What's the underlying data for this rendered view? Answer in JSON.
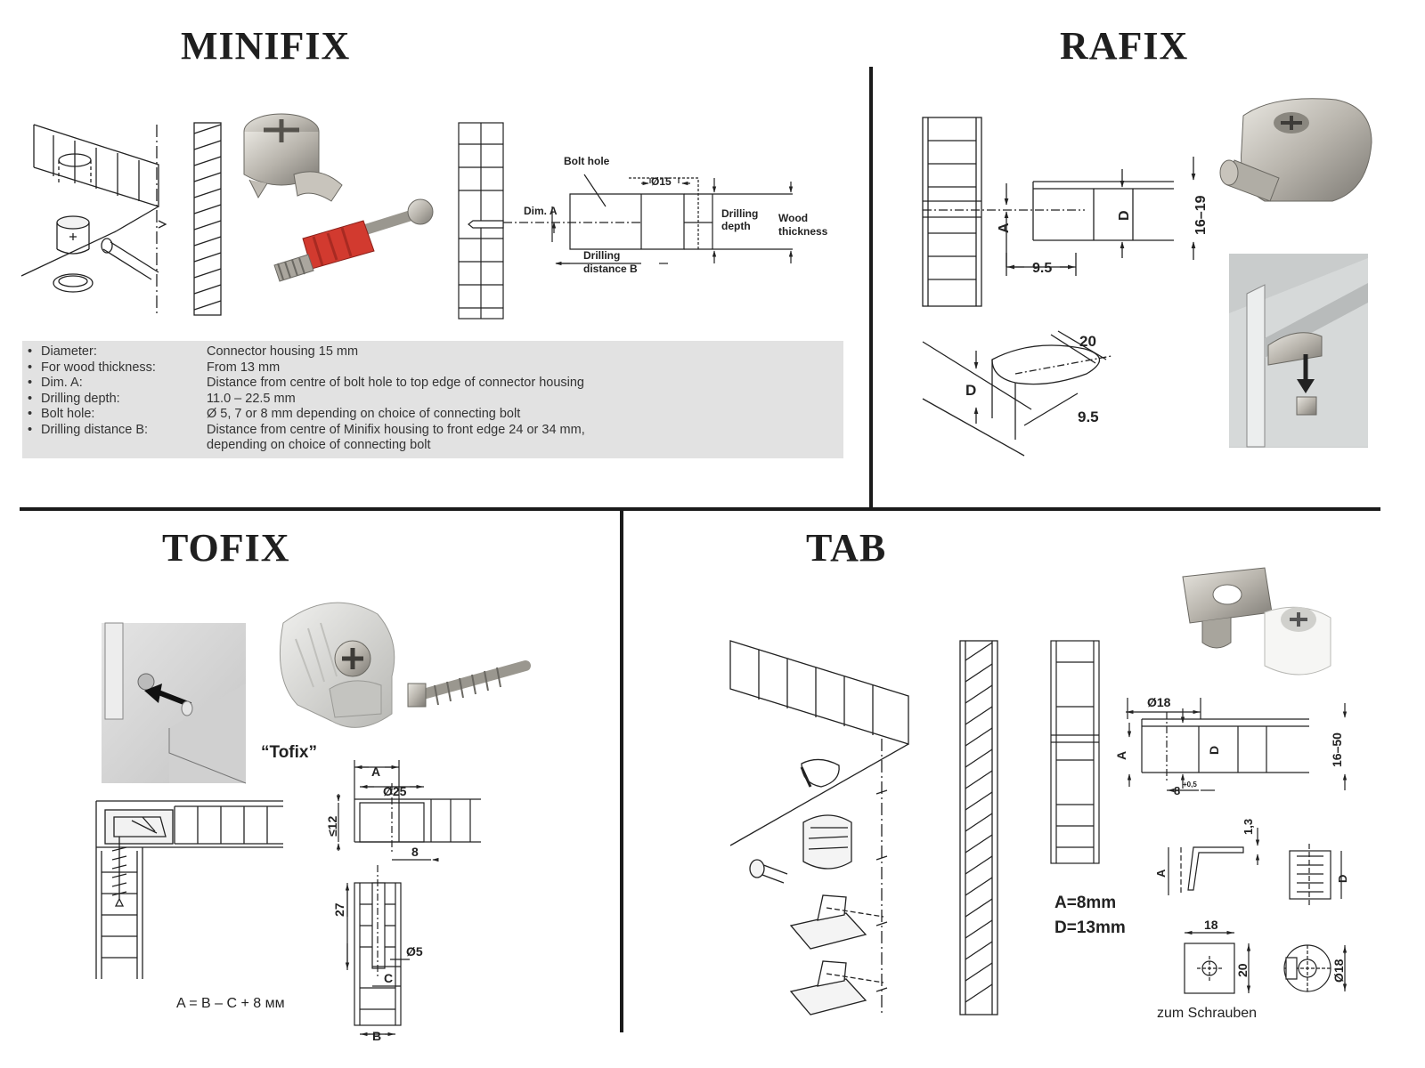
{
  "sections": {
    "minifix": {
      "title": "MINIFIX",
      "labels": {
        "bolt_hole": "Bolt hole",
        "diameter": "Ø15",
        "dim_a": "Dim. A",
        "drilling_depth_1": "Drilling",
        "drilling_depth_2": "depth",
        "wood_thickness_1": "Wood",
        "wood_thickness_2": "thickness",
        "drilling_distance_1": "Drilling",
        "drilling_distance_2": "distance B"
      },
      "specs": [
        {
          "label": "Diameter:",
          "value": "Connector housing 15 mm"
        },
        {
          "label": "For wood thickness:",
          "value": "From 13 mm"
        },
        {
          "label": "Dim. A:",
          "value": "Distance from centre of bolt hole to top edge of connector housing"
        },
        {
          "label": "Drilling depth:",
          "value": "11.0 – 22.5 mm"
        },
        {
          "label": "Bolt hole:",
          "value": "Ø 5, 7 or 8 mm depending on choice of connecting bolt"
        },
        {
          "label": "Drilling distance B:",
          "value": "Distance from centre of Minifix housing to front edge 24 or 34 mm,",
          "value2": "depending on choice of connecting bolt"
        }
      ]
    },
    "rafix": {
      "title": "RAFIX",
      "labels": {
        "a": "A",
        "d": "D",
        "d2": "D",
        "range": "16–19",
        "w95": "9.5",
        "w95b": "9.5",
        "w20": "20"
      }
    },
    "tofix": {
      "title": "TOFIX",
      "labels": {
        "product": "“Tofix”",
        "a": "A",
        "d25": "Ø25",
        "le12": "≤12",
        "n8": "8",
        "n27": "27",
        "d5": "Ø5",
        "c": "C",
        "b": "B",
        "formula": "A = B – C + 8 мм"
      }
    },
    "tab": {
      "title": "TAB",
      "labels": {
        "d18": "Ø18",
        "a": "A",
        "d": "D",
        "range": "16–50",
        "n8": "8",
        "n8sup": "+0,5",
        "n13": "1,3",
        "a2": "A",
        "d2": "D",
        "n18": "18",
        "n20": "20",
        "d18b": "Ø18",
        "a_val": "A=8mm",
        "d_val": "D=13mm",
        "screw": "zum Schrauben"
      }
    }
  },
  "colors": {
    "divider": "#1a1a1a",
    "spec_bg": "#e2e2e2",
    "red_bolt": "#d23a2f",
    "metal": "#b8b4ac",
    "plastic": "#d8d8d4"
  }
}
